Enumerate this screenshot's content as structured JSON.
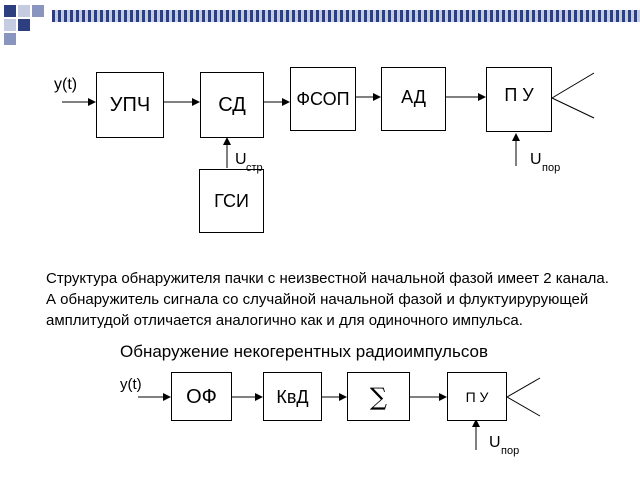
{
  "decor": {
    "accent": "#2e3f7f",
    "stripe_light": "#c5cbe0",
    "square_dark": "#2e3f7f",
    "square_mid": "#8a95bf",
    "square_light": "#c5cbe0"
  },
  "diagram1": {
    "input_label": "y(t)",
    "blocks": {
      "upch": "УПЧ",
      "sd": "СД",
      "fsop": "ФСОП",
      "ad": "АД",
      "pu": "П У",
      "gsi": "ГСИ"
    },
    "u_str": {
      "main": "U",
      "sub": "стр"
    },
    "u_por": {
      "main": "U",
      "sub": "пор"
    }
  },
  "text": {
    "lines": [
      "Структура обнаружителя пачки с неизвестной начальной фазой имеет 2 канала.",
      "А обнаружитель сигнала со случайной начальной фазой и флуктуирурующей",
      "амплитудой отличается аналогично как и для одиночного импульса."
    ],
    "heading": "Обнаружение некогерентных радиоимпульсов"
  },
  "diagram2": {
    "input_label": "y(t)",
    "blocks": {
      "of": "ОФ",
      "kvd": "КвД",
      "sum": "∑",
      "pu": "П У"
    },
    "u_por": {
      "main": "U",
      "sub": "пор"
    }
  }
}
